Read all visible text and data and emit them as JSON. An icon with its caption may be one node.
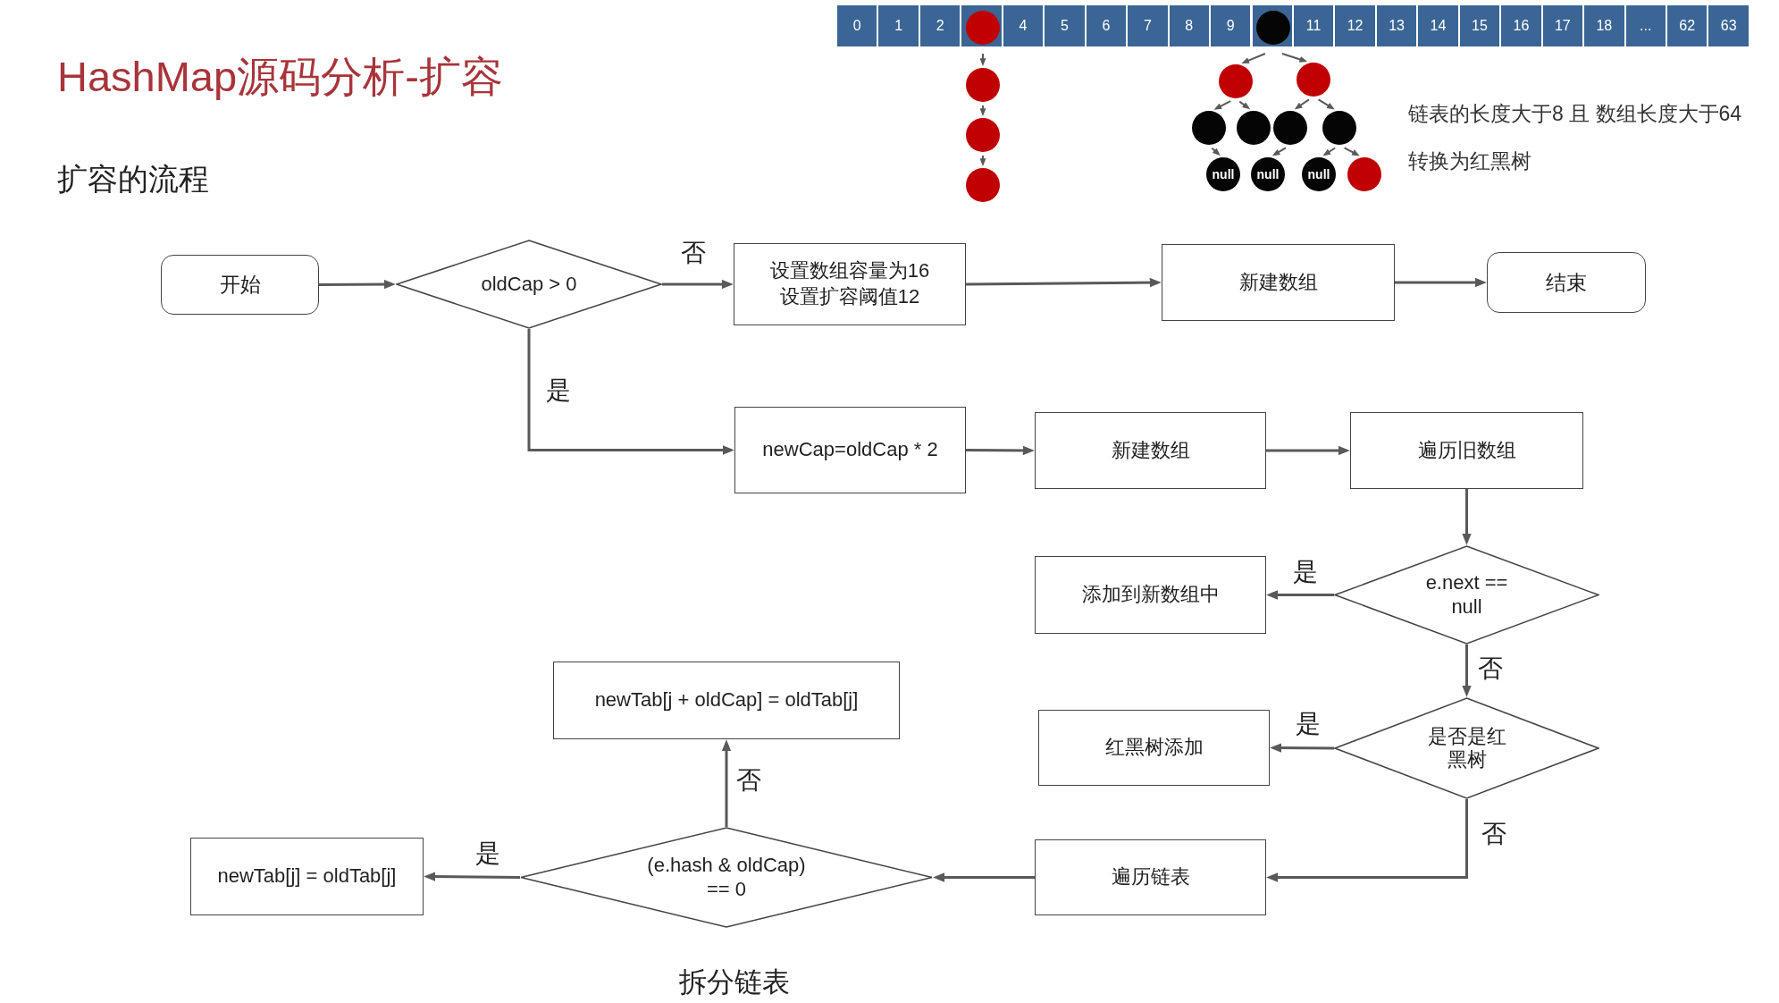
{
  "diagram": {
    "title": "HashMap源码分析-扩容",
    "nodes": [
      {
        "text": [
          "开始"
        ]
      },
      {
        "text": [
          "oldCap > 0"
        ]
      },
      {
        "text": [
          "设置数组容量为16",
          "设置扩容阈值12"
        ]
      },
      {
        "text": [
          "新建数组"
        ]
      },
      {
        "text": [
          "结束"
        ]
      },
      {
        "text": [
          "newCap=oldCap * 2"
        ]
      },
      {
        "text": [
          "新建数组"
        ]
      },
      {
        "text": [
          "遍历旧数组"
        ]
      },
      {
        "text": [
          "e.next == null"
        ]
      },
      {
        "text": [
          "添加到新数组中"
        ]
      },
      {
        "text": [
          "是否是红黑树"
        ]
      },
      {
        "text": [
          "红黑树添加"
        ]
      },
      {
        "text": [
          "遍历链表"
        ]
      },
      {
        "text": [
          "(e.hash & oldCap) == 0"
        ],
        "beside": [
          "拆分链表"
        ]
      },
      {
        "text": [
          "newTab[j] = oldTab[j]"
        ]
      },
      {
        "text": [
          "newTab[j + oldCap] = oldTab[j]"
        ]
      },
      {
        "text": [],
        "shape": "circle"
      },
      {
        "text": [],
        "shape": "circle"
      },
      {
        "text": [],
        "shape": "circle"
      },
      {
        "text": [],
        "shape": "circle"
      },
      {
        "text": [],
        "shape": "circle"
      },
      {
        "text": [],
        "shape": "circle"
      },
      {
        "text": [],
        "shape": "circle"
      },
      {
        "text": [],
        "shape": "circle"
      },
      {
        "text": [],
        "shape": "circle"
      },
      {
        "text": [],
        "shape": "circle"
      },
      {
        "text": [],
        "shape": "circle"
      },
      {
        "text": [
          "null"
        ]
      },
      {
        "text": [
          "null"
        ]
      },
      {
        "text": [
          "null"
        ]
      },
      {
        "text": [],
        "shape": "circle"
      }
    ],
    "edges": [
      {
        "from": 0,
        "to": 1,
        "arrow": "to"
      },
      {
        "from": 1,
        "to": 2,
        "arrow": "to",
        "label": "否"
      },
      {
        "from": 1,
        "to": 5,
        "arrow": "to",
        "label": "是"
      },
      {
        "from": 2,
        "to": 3,
        "arrow": "to"
      },
      {
        "from": 3,
        "to": 4,
        "arrow": "to"
      },
      {
        "from": 5,
        "to": 6,
        "arrow": "to"
      },
      {
        "from": 6,
        "to": 7,
        "arrow": "to"
      },
      {
        "from": 7,
        "to": 8,
        "arrow": "to"
      },
      {
        "from": 8,
        "to": 9,
        "arrow": "to",
        "label": "是"
      },
      {
        "from": 8,
        "to": 10,
        "arrow": "to",
        "label": "否"
      },
      {
        "from": 10,
        "to": 11,
        "arrow": "to",
        "label": "是"
      },
      {
        "from": 10,
        "to": 12,
        "arrow": "to",
        "label": "否"
      },
      {
        "from": 12,
        "to": 13,
        "arrow": "to"
      },
      {
        "from": 13,
        "to": 14,
        "arrow": "to",
        "label": "是"
      },
      {
        "from": 13,
        "to": 15,
        "arrow": "to",
        "label": "否"
      },
      {
        "from": 16,
        "to": 17,
        "arrow": "to"
      },
      {
        "from": 17,
        "to": 18,
        "arrow": "to"
      },
      {
        "from": 18,
        "to": 19,
        "arrow": "to"
      },
      {
        "from": 20,
        "to": 21,
        "arrow": "to"
      },
      {
        "from": 20,
        "to": 22,
        "arrow": "to"
      },
      {
        "from": 21,
        "to": 23,
        "arrow": "to"
      },
      {
        "from": 21,
        "to": 24,
        "arrow": "to"
      },
      {
        "from": 22,
        "to": 25,
        "arrow": "to"
      },
      {
        "from": 22,
        "to": 26,
        "arrow": "to"
      },
      {
        "from": 23,
        "to": 27,
        "arrow": "to"
      },
      {
        "from": 25,
        "to": 28,
        "arrow": "to"
      },
      {
        "from": 26,
        "to": 29,
        "arrow": "to"
      },
      {
        "from": 26,
        "to": 30,
        "arrow": "to"
      }
    ],
    "labels": [
      "0",
      "1",
      "2",
      "4",
      "5",
      "6",
      "7",
      "8",
      "9",
      "11",
      "12",
      "13",
      "14",
      "15",
      "16",
      "17",
      "18",
      "...",
      "62",
      "63",
      "链表的长度大于8 且 数组长度大于64",
      "转换为红黑树",
      "扩容的流程"
    ]
  }
}
